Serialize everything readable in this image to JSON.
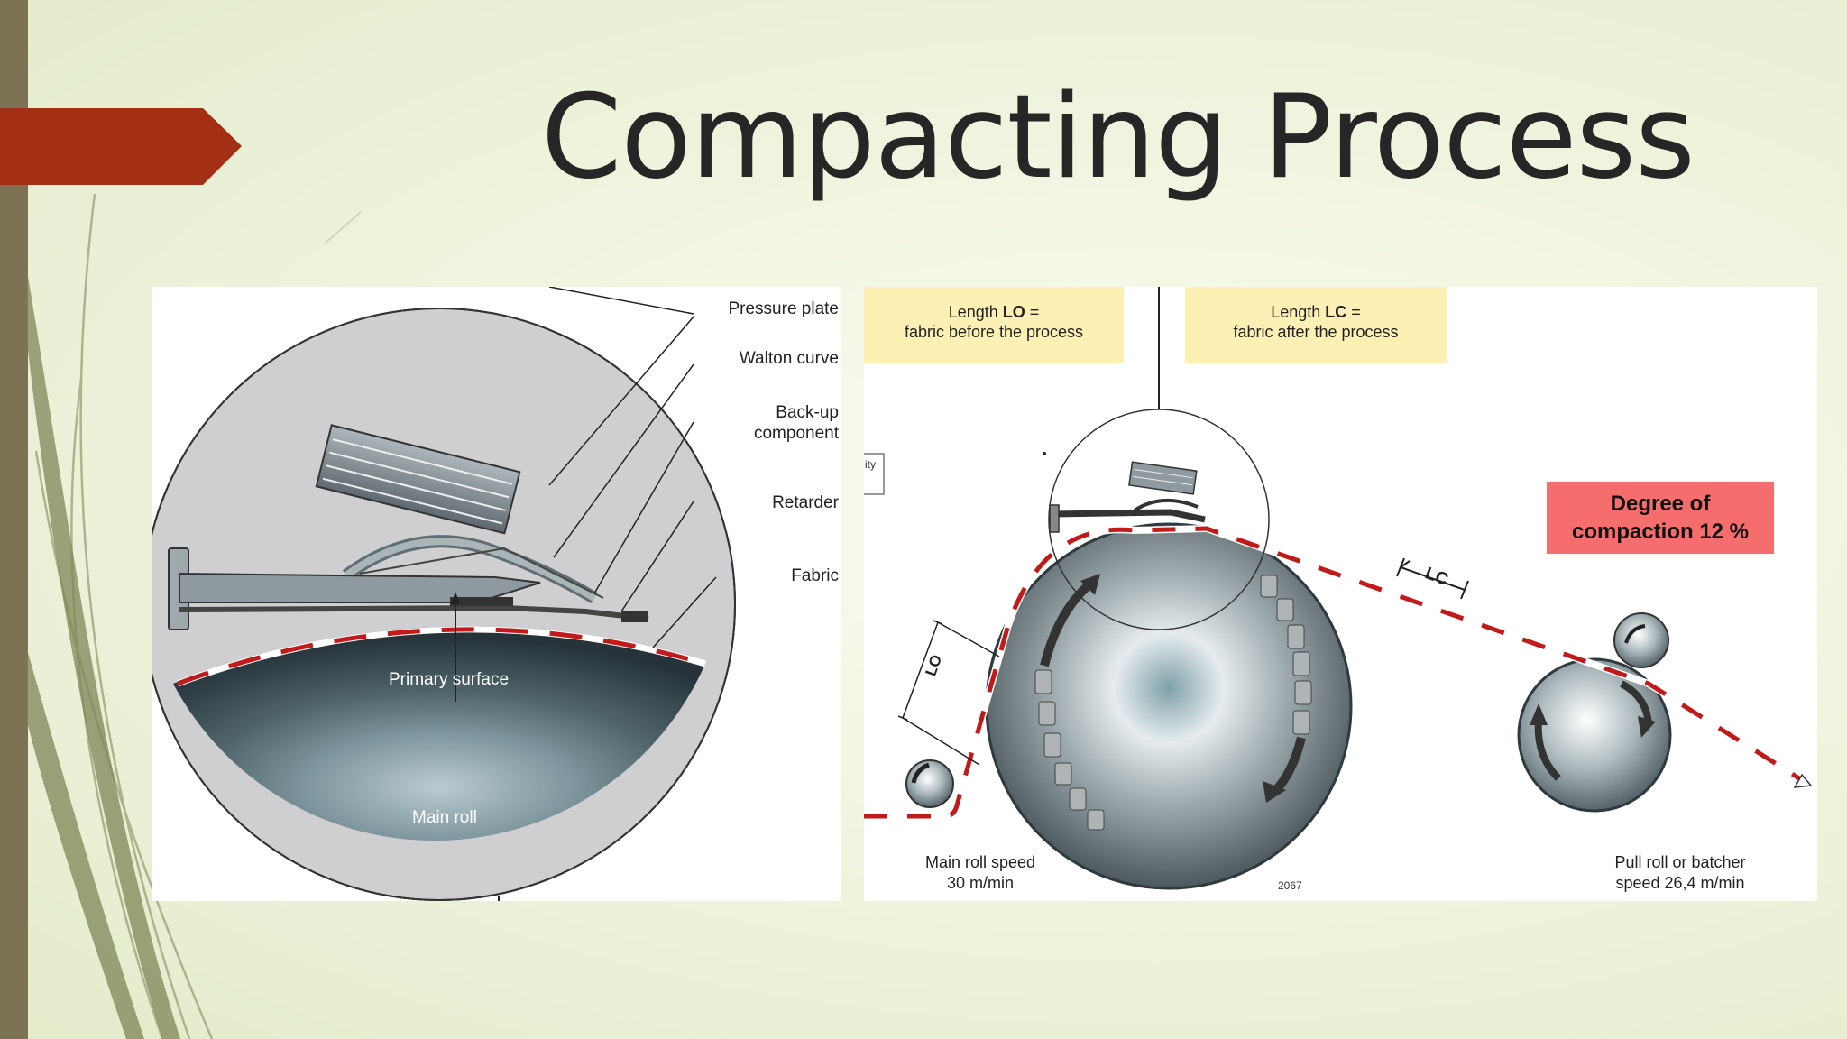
{
  "slide": {
    "title": "Compacting Process",
    "accent_color": "#a33015",
    "sidebar_color": "#7b7353"
  },
  "left_diagram": {
    "labels": {
      "pressure_plate": "Pressure plate",
      "walton_curve": "Walton curve",
      "backup_line1": "Back-up",
      "backup_line2": "component",
      "retarder": "Retarder",
      "fabric": "Fabric",
      "primary_surface": "Primary surface",
      "main_roll": "Main roll"
    }
  },
  "right_diagram": {
    "note_lo": {
      "prefix": "Length ",
      "key": "LO",
      "suffix": " =",
      "line2": "fabric before the process"
    },
    "note_lc": {
      "prefix": "Length ",
      "key": "LC",
      "suffix": " =",
      "line2": "fabric after the process"
    },
    "cropped_text": "ity",
    "degree_line1": "Degree of",
    "degree_line2": "compaction 12 %",
    "lc_mark": "LC",
    "lo_mark": "LO",
    "main_speed_line1": "Main roll speed",
    "main_speed_line2": "30 m/min",
    "figure_number": "2067",
    "pull_speed_line1": "Pull roll or batcher",
    "pull_speed_line2": "speed 26,4 m/min"
  }
}
